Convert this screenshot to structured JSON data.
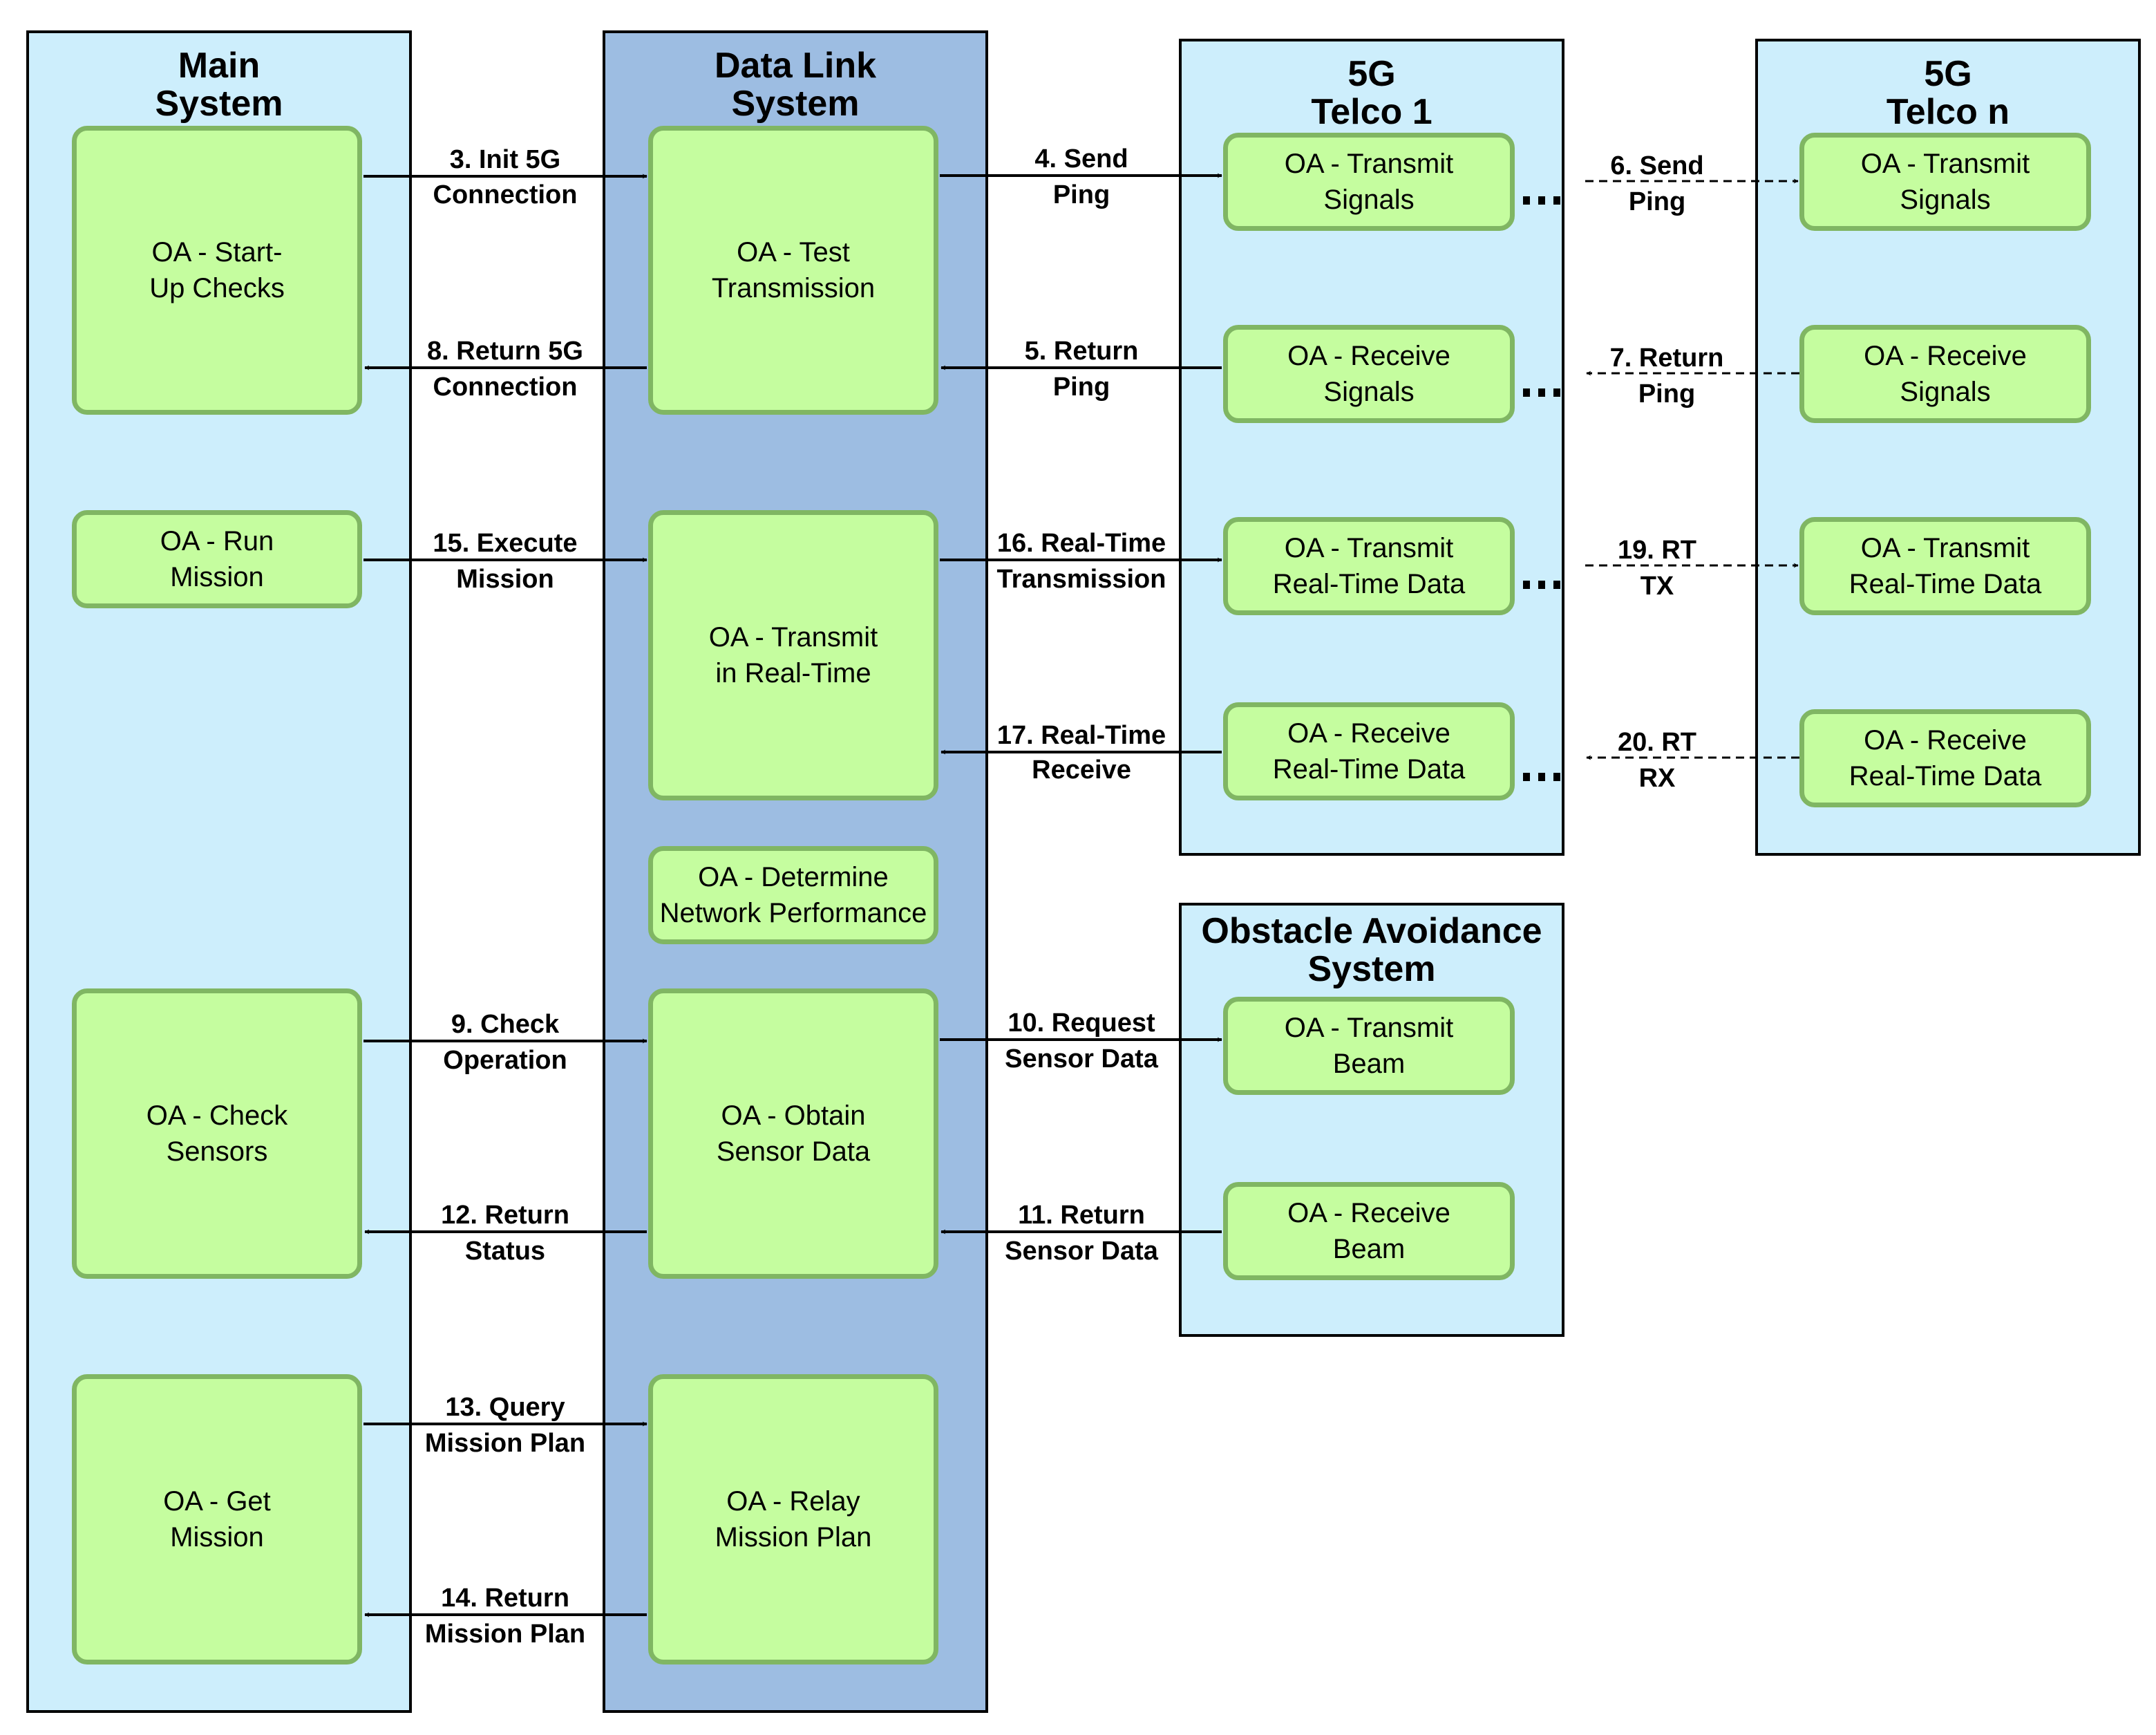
{
  "swimlanes": {
    "main": "Main\nSystem",
    "datalink": "Data Link\nSystem",
    "telco1": "5G\nTelco 1",
    "telcon": "5G\nTelco n",
    "obstacle": "Obstacle Avoidance\nSystem"
  },
  "activities": {
    "startup": "OA - Start-\nUp Checks",
    "run_mission": "OA - Run\nMission",
    "check_sensors": "OA - Check\nSensors",
    "get_mission": "OA - Get\nMission",
    "test_tx": "OA - Test\nTransmission",
    "tx_realtime": "OA - Transmit\nin Real-Time",
    "net_perf": "OA - Determine\nNetwork Performance",
    "obtain_sensor": "OA - Obtain\nSensor Data",
    "relay_plan": "OA - Relay\nMission Plan",
    "t1_tx_signals": "OA - Transmit\nSignals",
    "t1_rx_signals": "OA - Receive\nSignals",
    "t1_tx_rt": "OA - Transmit\nReal-Time Data",
    "t1_rx_rt": "OA - Receive\nReal-Time Data",
    "tn_tx_signals": "OA - Transmit\nSignals",
    "tn_rx_signals": "OA - Receive\nSignals",
    "tn_tx_rt": "OA - Transmit\nReal-Time Data",
    "tn_rx_rt": "OA - Receive\nReal-Time Data",
    "ob_tx_beam": "OA - Transmit\nBeam",
    "ob_rx_beam": "OA - Receive\nBeam"
  },
  "flows": {
    "f3": [
      "3. Init 5G",
      "Connection"
    ],
    "f8": [
      "8. Return 5G",
      "Connection"
    ],
    "f15": [
      "15. Execute",
      "Mission"
    ],
    "f9": [
      "9. Check",
      "Operation"
    ],
    "f12": [
      "12. Return",
      "Status"
    ],
    "f13": [
      "13. Query",
      "Mission Plan"
    ],
    "f14": [
      "14. Return",
      "Mission Plan"
    ],
    "f4": [
      "4. Send",
      "Ping"
    ],
    "f5": [
      "5. Return",
      "Ping"
    ],
    "f16": [
      "16. Real-Time",
      "Transmission"
    ],
    "f17": [
      "17. Real-Time",
      "Receive"
    ],
    "f10": [
      "10. Request",
      "Sensor Data"
    ],
    "f11": [
      "11. Return",
      "Sensor Data"
    ],
    "f6": [
      "6. Send",
      "Ping"
    ],
    "f7": [
      "7. Return",
      "Ping"
    ],
    "f19": [
      "19. RT",
      "TX"
    ],
    "f20": [
      "20. RT",
      "RX"
    ]
  }
}
